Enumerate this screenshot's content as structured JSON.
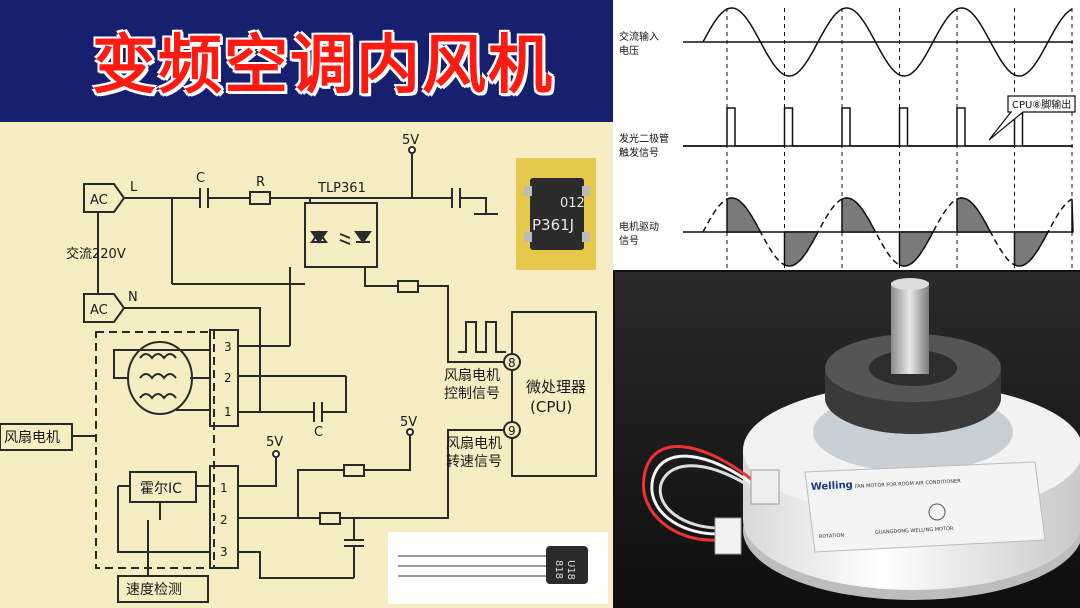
{
  "title": "变频空调内风机",
  "circuit": {
    "ac_label": "AC",
    "line_label": "L",
    "neutral_label": "N",
    "mains_label": "交流220V",
    "cap_label": "C",
    "res_label": "R",
    "opto_label": "TLP361",
    "vcc_label": "5V",
    "fan_motor_label": "风扇电机",
    "motor_pins": [
      "3",
      "2",
      "1"
    ],
    "hall_label": "霍尔IC",
    "hall_pins": [
      "1",
      "2",
      "3"
    ],
    "speed_label": "速度检测",
    "cpu_label_line1": "微处理器",
    "cpu_label_line2": "(CPU)",
    "pin8_label": "8",
    "pin9_label": "9",
    "control_label_line1": "风扇电机",
    "control_label_line2": "控制信号",
    "speed_signal_line1": "风扇电机",
    "speed_signal_line2": "转速信号",
    "chip_text_line1": "012",
    "chip_text_line2": "P361J",
    "hall_device_text_line1": "U18",
    "hall_device_text_line2": "818"
  },
  "waveforms": {
    "input_label_line1": "交流输入",
    "input_label_line2": "电压",
    "trigger_label_line1": "发光二极管",
    "trigger_label_line2": "触发信号",
    "drive_label_line1": "电机驱动",
    "drive_label_line2": "信号",
    "cpu_callout": "CPU⑧脚输出"
  },
  "photo": {
    "brand": "Welling",
    "product_line": "FAN MOTOR FOR ROOM AIR CONDITIONER",
    "rotation": "ROTATION",
    "manufacturer": "GUANGDONG WELLING MOTOR"
  }
}
